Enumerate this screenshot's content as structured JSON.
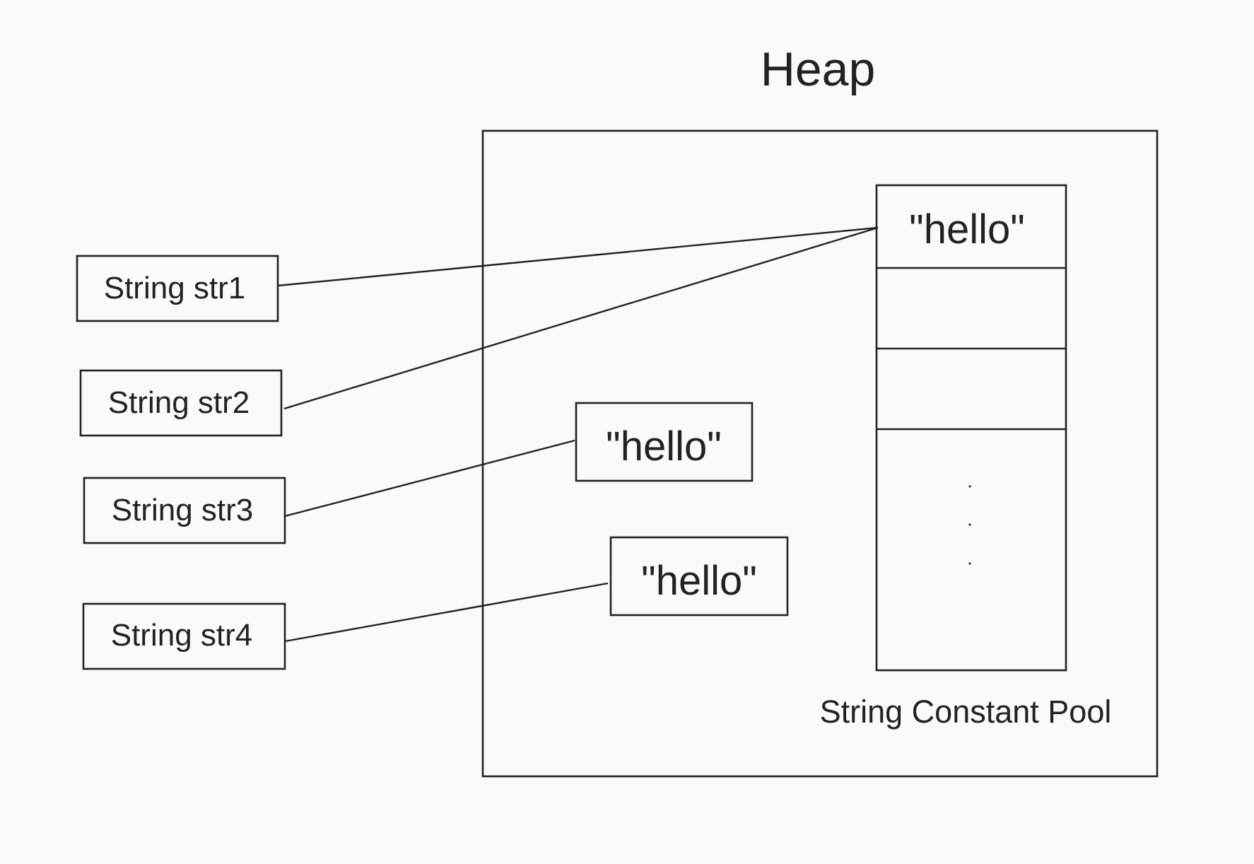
{
  "diagram": {
    "heading": "Heap",
    "pool": {
      "label": "String Constant Pool",
      "top_literal": "\"hello\"",
      "ellipsis": [
        "·",
        "·",
        "·"
      ]
    },
    "heap_objects": [
      {
        "text": "\"hello\""
      },
      {
        "text": "\"hello\""
      }
    ],
    "variables": [
      {
        "text": "String str1",
        "points_to": "pool-literal"
      },
      {
        "text": "String str2",
        "points_to": "pool-literal"
      },
      {
        "text": "String str3",
        "points_to": "heap-object-1"
      },
      {
        "text": "String str4",
        "points_to": "heap-object-2"
      }
    ],
    "colors": {
      "background": "#fafafa",
      "stroke": "#222222",
      "text": "#222222"
    }
  }
}
